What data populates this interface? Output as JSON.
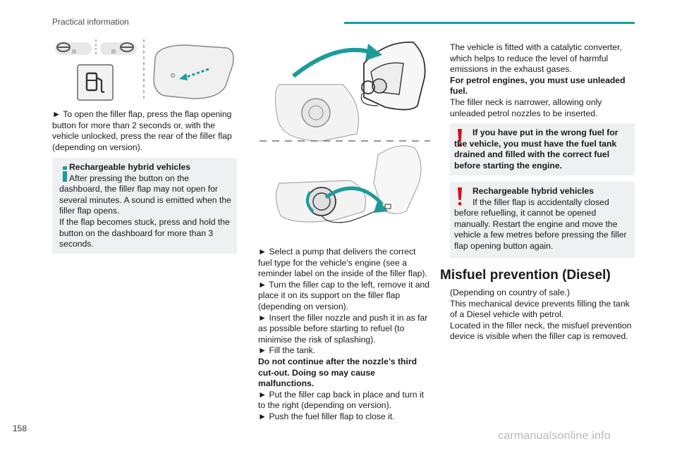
{
  "header": {
    "section_title": "Practical information",
    "accent_color": "#1a9c9c"
  },
  "page_number": "158",
  "watermark": "carmanualsonline.info",
  "left_column": {
    "instruction": "► To open the filler flap, press the flap opening button for more than 2 seconds or, with the vehicle unlocked, press the rear of the filler flap (depending on version).",
    "info_box": {
      "title": "Rechargeable hybrid vehicles",
      "lines": [
        "After pressing the button on the dashboard, the filler flap may not open for several minutes. A sound is emitted when the filler flap opens.",
        "If the flap becomes stuck, press and hold the button on the dashboard for more than 3 seconds."
      ]
    }
  },
  "middle_column": {
    "steps": [
      "► Select a pump that delivers the correct fuel type for the vehicle's engine (see a reminder label on the inside of the filler flap).",
      "► Turn the filler cap to the left, remove it and place it on its support on the filler flap (depending on version).",
      "► Insert the filler nozzle and push it in as far as possible before starting to refuel (to minimise the risk of splashing).",
      "► Fill the tank."
    ],
    "bold_note": "Do not continue after the nozzle’s third cut-out. Doing so may cause malfunctions.",
    "steps_after": [
      "► Put the filler cap back in place and turn it to the right (depending on version).",
      "► Push the fuel filler flap to close it."
    ]
  },
  "right_column": {
    "intro": "The vehicle is fitted with a catalytic converter, which helps to reduce the level of harmful emissions in the exhaust gases.",
    "petrol_bold": "For petrol engines, you must use unleaded fuel.",
    "neck_note": "The filler neck is narrower, allowing only unleaded petrol nozzles to be inserted.",
    "warning_1": "If you have put in the wrong fuel for the vehicle, you must have the fuel tank drained and filled with the correct fuel before starting the engine.",
    "warning_2": {
      "title": "Rechargeable hybrid vehicles",
      "text": "If the filler flap is accidentally closed before refuelling, it cannot be opened manually. Restart the engine and move the vehicle a few metres before pressing the filler flap opening button again."
    },
    "heading": "Misfuel prevention (Diesel)",
    "paragraphs": [
      "(Depending on country of sale.)",
      "This mechanical device prevents filling the tank of a Diesel vehicle with petrol.",
      "Located in the filler neck, the misfuel prevention device is visible when the filler cap is removed."
    ]
  },
  "colors": {
    "teal": "#1a9c9c",
    "warning_red": "#e30613",
    "box_bg": "#eef0f2"
  }
}
